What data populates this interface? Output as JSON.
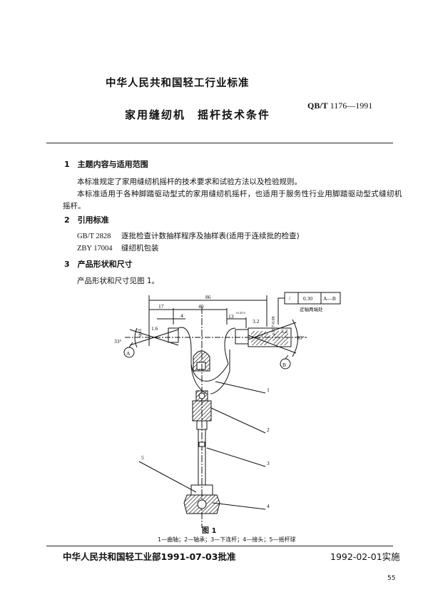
{
  "header": {
    "org_title": "中华人民共和国轻工行业标准",
    "standard_prefix": "QB/T",
    "standard_number": "1176—1991",
    "doc_title": "家用缝纫机　摇杆技术条件"
  },
  "sections": [
    {
      "heading": "1　主题内容与适用范围",
      "paragraphs": [
        "本标准规定了家用缝纫机摇杆的技术要求和试验方法以及检验规则。",
        "本标准适用于各种脚踏驱动型式的家用缝纫机摇杆，也适用于服务性行业用脚踏驱动型式缝纫机",
        "摇杆。"
      ]
    },
    {
      "heading": "2　引用标准",
      "refs": [
        {
          "code": "GB/T 2828",
          "title": "逐批检查计数抽样程序及抽样表(适用于连续批的检查)"
        },
        {
          "code": "ZBY 17004",
          "title": "缝纫机包装"
        }
      ]
    },
    {
      "heading": "3　产品形状和尺寸",
      "paragraphs": [
        "产品形状和尺寸见图 1。"
      ]
    }
  ],
  "figure": {
    "dims": {
      "overall": "86",
      "d17": "17",
      "d40": "40",
      "d4": "4",
      "d13": "13",
      "tol13": "+0.43 0",
      "dia11": "φ11",
      "dia12": "φ12.7-0.08",
      "r16": "1.6",
      "r32a": "3.2",
      "r32b": "3.2",
      "angle_left": "33°",
      "angle_right": "33°",
      "datum_a": "A",
      "datum_b": "B"
    },
    "tolerance_frame": {
      "symbol": "/",
      "value": "0.30",
      "datum": "A—B",
      "note": "近轴两端处"
    },
    "callouts": [
      "1",
      "2",
      "3",
      "4",
      "5"
    ],
    "label": "图 1",
    "caption": "1—曲轴；2—轴承；3—下连杆；4—接头；5—摇杆球"
  },
  "footer": {
    "approval": "中华人民共和国轻工业部1991-07-03批准",
    "implementation": "1992-02-01实施",
    "page": "55"
  }
}
